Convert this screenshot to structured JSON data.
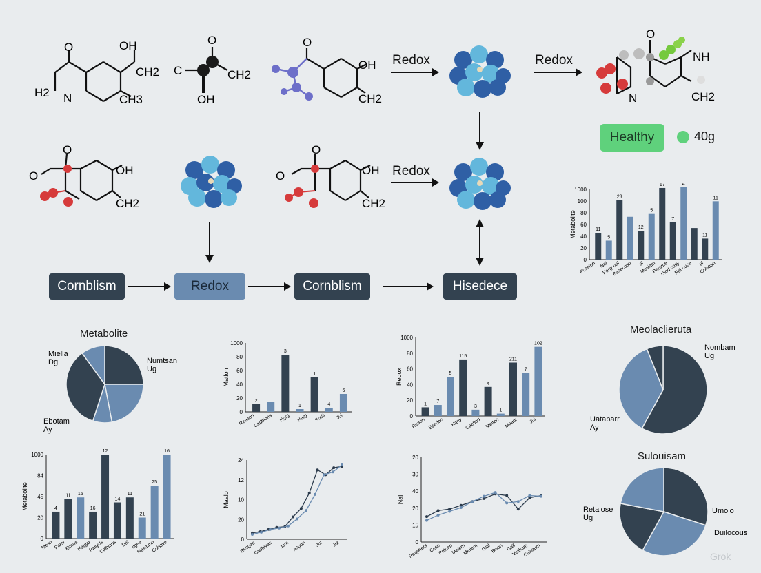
{
  "colors": {
    "dark": "#334250",
    "mid": "#6a8bb0",
    "light": "#8aa9cc",
    "healthy": "#5fd17c",
    "oxygen": "#d63b3b",
    "atom_blue": "#2f5fa5",
    "atom_cyan": "#63b7dc"
  },
  "molecules": {
    "m1": {
      "o": "O",
      "oh": "OH",
      "ch2": "CH2",
      "h2": "H2",
      "n": "N",
      "ch3": "CH3"
    },
    "m2": {
      "c": "C",
      "o": "O",
      "ch2": "CH2",
      "oh": "OH"
    },
    "m3": {
      "o": "O",
      "oh": "OH",
      "ch2": "CH2"
    },
    "m4": {
      "o": "O",
      "nh": "NH",
      "ch2": "CH2",
      "n": "N"
    },
    "m5": {
      "o": "O",
      "o2": "O",
      "oh": "OH",
      "ch2": "CH2"
    },
    "m6": {
      "o": "O",
      "o2": "O",
      "oh": "OH",
      "ch2": "CH2"
    }
  },
  "arrow_labels": {
    "a1": "Redox",
    "a2": "Redox",
    "a3": "Redox"
  },
  "flow": {
    "b1": "Cornblism",
    "b2": "Redox",
    "b3": "Cornblism",
    "b4": "Hisedece"
  },
  "healthy": {
    "label": "Healthy",
    "value": "40g"
  },
  "chart_data": [
    {
      "id": "top-right-bar",
      "type": "bar",
      "ylabel": "Metabolite",
      "yticks": [
        "1000",
        "100",
        "80",
        "60",
        "40",
        "20",
        "0"
      ],
      "ylim": [
        0,
        100
      ],
      "categories": [
        "Posston",
        "Nal",
        "Pany ual",
        "Basecosu",
        "ol",
        "Mesiam",
        "Parsme",
        "Ulod cosy",
        "Nal ouce",
        "ul",
        "Colstian"
      ],
      "values": [
        38,
        27,
        85,
        61,
        41,
        65,
        102,
        53,
        103,
        45,
        30,
        83
      ],
      "colors": [
        "dark",
        "mid",
        "dark",
        "mid",
        "dark",
        "mid",
        "dark",
        "dark",
        "mid",
        "dark",
        "dark",
        "mid"
      ],
      "bar_labels": [
        "11",
        "5",
        "23",
        "",
        "12",
        "5",
        "17",
        "7",
        "4",
        "",
        "11",
        "11"
      ]
    },
    {
      "id": "pie-metabolite",
      "type": "pie",
      "title": "Metabolite",
      "labels": [
        "Miella Dg",
        "Numtsan Ug",
        "Ebotam Ay"
      ],
      "slices": [
        {
          "value": 25,
          "color": "dark"
        },
        {
          "value": 22,
          "color": "mid"
        },
        {
          "value": 8,
          "color": "mid"
        },
        {
          "value": 35,
          "color": "dark"
        },
        {
          "value": 10,
          "color": "mid"
        }
      ]
    },
    {
      "id": "mid-bar-1",
      "type": "bar",
      "ylabel": "Matlon",
      "yticks": [
        "1000",
        "80",
        "60",
        "40",
        "20",
        "0"
      ],
      "ylim": [
        0,
        100
      ],
      "categories": [
        "Reason",
        "Cadbions",
        "Hgrg",
        "Harg",
        "Sosil",
        "Jul"
      ],
      "values": [
        11,
        14,
        83,
        4,
        50,
        6,
        26
      ],
      "colors": [
        "dark",
        "mid",
        "dark",
        "mid",
        "dark",
        "mid",
        "mid"
      ],
      "bar_labels": [
        "2",
        "",
        "3",
        "1",
        "1",
        "4",
        "6"
      ]
    },
    {
      "id": "mid-bar-2",
      "type": "bar",
      "ylabel": "Redox",
      "yticks": [
        "1000",
        "80",
        "60",
        "40",
        "20",
        "0"
      ],
      "ylim": [
        0,
        100
      ],
      "categories": [
        "Reaon",
        "Ezedao",
        "Hany",
        "Caetiod",
        "Meitan",
        "Meaor",
        "Jul"
      ],
      "values": [
        11,
        14,
        50,
        72,
        8,
        37,
        3,
        68,
        55,
        88
      ],
      "colors": [
        "dark",
        "mid",
        "mid",
        "dark",
        "mid",
        "dark",
        "mid",
        "dark",
        "mid",
        "mid"
      ],
      "bar_labels": [
        "1",
        "7",
        "5",
        "115",
        "3",
        "4",
        "1",
        "211",
        "7",
        "102"
      ]
    },
    {
      "id": "pie-meolaclieruta",
      "type": "pie",
      "title": "Meolaclieruta",
      "labels": [
        "Nombam Ug",
        "Uatabarr Ay"
      ],
      "slices": [
        {
          "value": 58,
          "color": "dark"
        },
        {
          "value": 36,
          "color": "mid"
        },
        {
          "value": 6,
          "color": "dark"
        }
      ]
    },
    {
      "id": "bottom-bar",
      "type": "bar",
      "ylabel": "Metabolite",
      "yticks": [
        "1000",
        "84",
        "45",
        "20",
        "0"
      ],
      "ylim": [
        0,
        100
      ],
      "categories": [
        "Mesn",
        "Parsr",
        "Echoe",
        "Hatgar",
        "Palgids",
        "Calbiaus",
        "Dal",
        "Ilgee",
        "Nasmmn",
        "Colstive"
      ],
      "values": [
        32,
        47,
        49,
        32,
        100,
        43,
        49,
        25,
        63,
        100
      ],
      "colors": [
        "dark",
        "dark",
        "mid",
        "dark",
        "dark",
        "dark",
        "dark",
        "mid",
        "mid",
        "mid"
      ],
      "bar_labels": [
        "4",
        "11",
        "15",
        "16",
        "12",
        "14",
        "11",
        "21",
        "25",
        "16"
      ]
    },
    {
      "id": "line-1",
      "type": "line",
      "ylabel": "Maalo",
      "yticks": [
        "24",
        "12",
        "10",
        "20",
        "0"
      ],
      "ylim": [
        0,
        100
      ],
      "categories": [
        "Resgen",
        "Cadbivas",
        "Jam",
        "Asgon",
        "Jul",
        "Jul"
      ],
      "values": [
        5,
        7,
        10,
        13,
        14,
        28,
        40,
        62,
        95,
        88,
        98,
        100
      ],
      "values_b": [
        3,
        6,
        10,
        12,
        15,
        25,
        37,
        60,
        88,
        92,
        102
      ]
    },
    {
      "id": "line-2",
      "type": "line",
      "ylabel": "Nal",
      "yticks": [
        "20",
        "30",
        "40",
        "20",
        "15",
        "0"
      ],
      "ylim": [
        0,
        100
      ],
      "categories": [
        "Reaphers",
        "Cesc",
        "Pothen",
        "Maiem",
        "Meiiam",
        "Gall",
        "Bison",
        "Gall",
        "Veilham",
        "Calsitum"
      ],
      "values": [
        30,
        38,
        40,
        45,
        50,
        54,
        60,
        58,
        40,
        55,
        58
      ],
      "values_b": [
        25,
        32,
        37,
        42,
        50,
        57,
        62,
        48,
        50,
        58,
        57
      ]
    },
    {
      "id": "pie-sulouisam",
      "type": "pie",
      "title": "Sulouisam",
      "labels": [
        "Umolo",
        "Retalose Ug",
        "Duilocous"
      ],
      "slices": [
        {
          "value": 30,
          "color": "dark"
        },
        {
          "value": 28,
          "color": "mid"
        },
        {
          "value": 20,
          "color": "dark"
        },
        {
          "value": 22,
          "color": "mid"
        }
      ]
    }
  ],
  "watermark": "Grok"
}
